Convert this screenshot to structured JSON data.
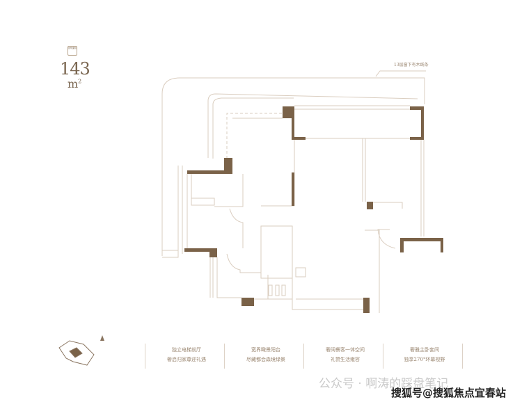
{
  "unit_info": {
    "badge": "建筑面积",
    "area": "143",
    "unit": "m",
    "unit_sup": "2"
  },
  "annotation": "13层窗下有木线条",
  "features": [
    {
      "line1": "独立电梯前厅",
      "line2": "奢启归家尊迎礼遇"
    },
    {
      "line1": "宽界瞰景阳台",
      "line2": "尽藏都会森境绿景"
    },
    {
      "line1": "奢阔餐客一体空间",
      "line2": "礼赞生活雍容"
    },
    {
      "line1": "奢雅主卧套间",
      "line2": "独享270°环幕视野"
    }
  ],
  "watermarks": {
    "wechat": "公众号 · 啊涛的踩盘笔记",
    "sohu": "搜狐号@搜狐焦点宜春站"
  },
  "colors": {
    "wall": "#7a6248",
    "line": "#dacdbf",
    "text": "#8a7560"
  }
}
